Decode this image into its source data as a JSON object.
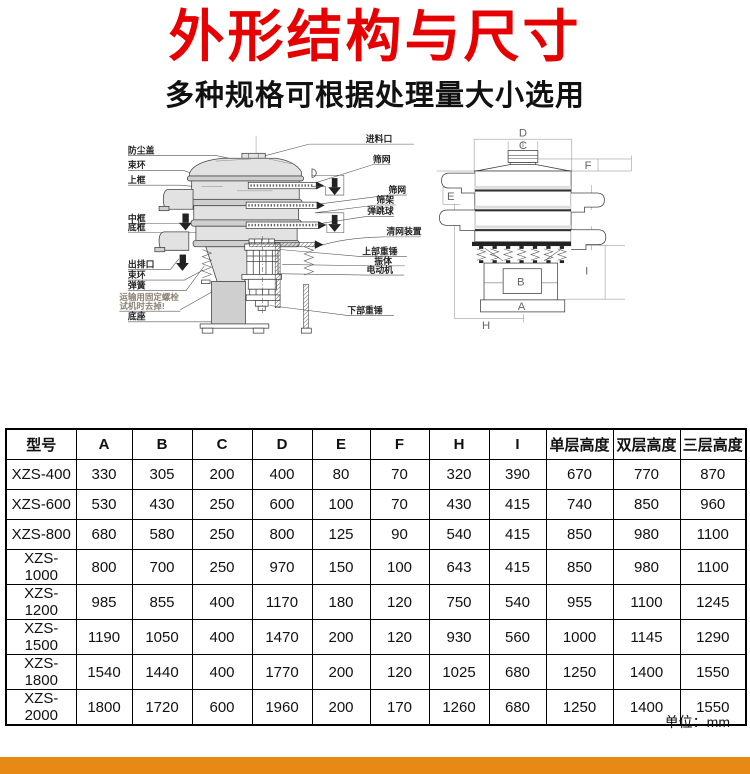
{
  "header": {
    "title": "外形结构与尺寸",
    "subtitle": "多种规格可根据处理量大小选用"
  },
  "diagram": {
    "left_labels": {
      "dust_cover": "防尘盖",
      "clamp_top": "束环",
      "upper_frame": "上框",
      "middle_frame": "中框",
      "bottom_frame": "底框",
      "outlet": "出排口",
      "clamp_bottom": "束环",
      "spring": "弹簧",
      "transport_note_line1": "运输用固定螺栓",
      "transport_note_line2": "试机时去掉!",
      "base": "底座"
    },
    "right_labels": {
      "feed_inlet": "进料口",
      "screen_top": "筛网",
      "screen_mid": "筛网",
      "screen_frame": "筛架",
      "bounce_ball": "弹跳球",
      "net_cleaning": "清网装置",
      "upper_weight": "上部重锤",
      "vibrating_body": "振体",
      "motor": "电动机",
      "lower_weight": "下部重锤"
    },
    "dim_letters": {
      "a": "A",
      "b": "B",
      "c": "C",
      "d": "D",
      "e": "E",
      "f": "F",
      "h": "H",
      "i": "I"
    }
  },
  "table": {
    "headers": [
      "型号",
      "A",
      "B",
      "C",
      "D",
      "E",
      "F",
      "H",
      "I",
      "单层高度",
      "双层高度",
      "三层高度"
    ],
    "rows": [
      [
        "XZS-400",
        "330",
        "305",
        "200",
        "400",
        "80",
        "70",
        "320",
        "390",
        "670",
        "770",
        "870"
      ],
      [
        "XZS-600",
        "530",
        "430",
        "250",
        "600",
        "100",
        "70",
        "430",
        "415",
        "740",
        "850",
        "960"
      ],
      [
        "XZS-800",
        "680",
        "580",
        "250",
        "800",
        "125",
        "90",
        "540",
        "415",
        "850",
        "980",
        "1100"
      ],
      [
        "XZS-1000",
        "800",
        "700",
        "250",
        "970",
        "150",
        "100",
        "643",
        "415",
        "850",
        "980",
        "1100"
      ],
      [
        "XZS-1200",
        "985",
        "855",
        "400",
        "1170",
        "180",
        "120",
        "750",
        "540",
        "955",
        "1100",
        "1245"
      ],
      [
        "XZS-1500",
        "1190",
        "1050",
        "400",
        "1470",
        "200",
        "120",
        "930",
        "560",
        "1000",
        "1145",
        "1290"
      ],
      [
        "XZS-1800",
        "1540",
        "1440",
        "400",
        "1770",
        "200",
        "120",
        "1025",
        "680",
        "1250",
        "1400",
        "1550"
      ],
      [
        "XZS-2000",
        "1800",
        "1720",
        "600",
        "1960",
        "200",
        "170",
        "1260",
        "680",
        "1250",
        "1400",
        "1550"
      ]
    ]
  },
  "unit_note": "单位：mm",
  "colors": {
    "title_red": "#e60000",
    "accent_orange": "#e78a15",
    "note_brown": "#8b8072"
  }
}
